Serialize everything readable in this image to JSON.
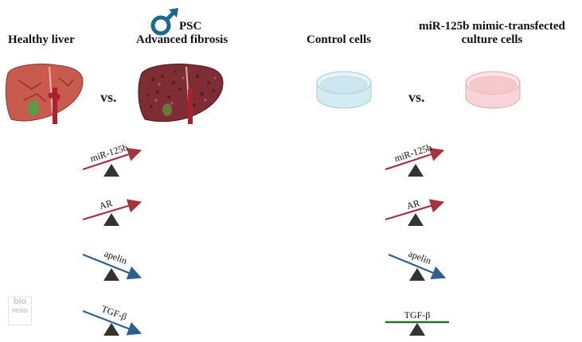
{
  "headers": {
    "healthy": "Healthy liver",
    "psc": "PSC",
    "fibrosis": "Advanced fibrosis",
    "control": "Control cells",
    "mimic_line1": "miR-125b mimic-transfected",
    "mimic_line2": "culture cells"
  },
  "vs_left": "vs.",
  "vs_right": "vs.",
  "left_markers": [
    {
      "label": "miR-125b",
      "direction": "up",
      "color": "#a5333d"
    },
    {
      "label": "AR",
      "direction": "up",
      "color": "#a5333d"
    },
    {
      "label": "apelin",
      "direction": "down",
      "color": "#2f5f8f"
    },
    {
      "label": "TGF-β",
      "direction": "down",
      "color": "#2f5f8f"
    }
  ],
  "right_markers": [
    {
      "label": "miR-125b",
      "direction": "up",
      "color": "#a5333d"
    },
    {
      "label": "AR",
      "direction": "up",
      "color": "#a5333d"
    },
    {
      "label": "apelin",
      "direction": "down",
      "color": "#2f5f8f"
    },
    {
      "label": "TGF-β",
      "direction": "level",
      "color": "#2e6b2e"
    }
  ],
  "watermark_logo": "bio render",
  "colors": {
    "male_symbol": "#1a6a90",
    "healthy_liver": "#c85a4e",
    "fibrotic_liver": "#7d2d33",
    "vessel": "#a8232c",
    "control_dish": "#d3ebf3",
    "mimic_dish": "#f9d4d7",
    "fulcrum": "#333333"
  }
}
